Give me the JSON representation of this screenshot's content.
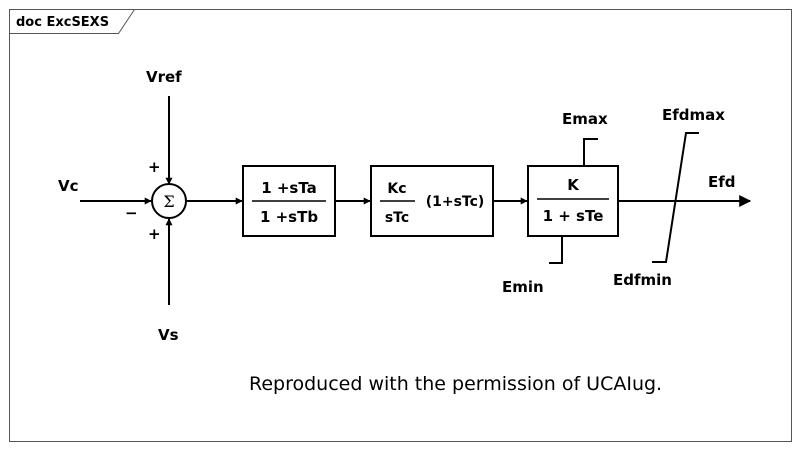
{
  "frame": {
    "title": "doc ExcSEXS"
  },
  "diagram": {
    "inputs": {
      "vref": "Vref",
      "vc": "Vc",
      "vs": "Vs"
    },
    "summing_junction": {
      "symbol": "Σ",
      "sign_top": "+",
      "sign_left": "−",
      "sign_bottom": "+"
    },
    "blocks": {
      "lead_lag": {
        "numerator": "1 +sTa",
        "denominator": "1 +sTb"
      },
      "pi": {
        "numerator": "Kc",
        "denominator": "sTc",
        "factor": "(1+sTc)"
      },
      "exciter": {
        "numerator": "K",
        "denominator": "1 + sTe"
      }
    },
    "limits": {
      "emax": "Emax",
      "emin": "Emin",
      "efdmax": "Efdmax",
      "efdmin": "Edfmin"
    },
    "output": "Efd"
  },
  "caption": "Reproduced with the permission of UCAIug.",
  "colors": {
    "line": "#000000",
    "border": "#555555",
    "background": "#ffffff"
  }
}
